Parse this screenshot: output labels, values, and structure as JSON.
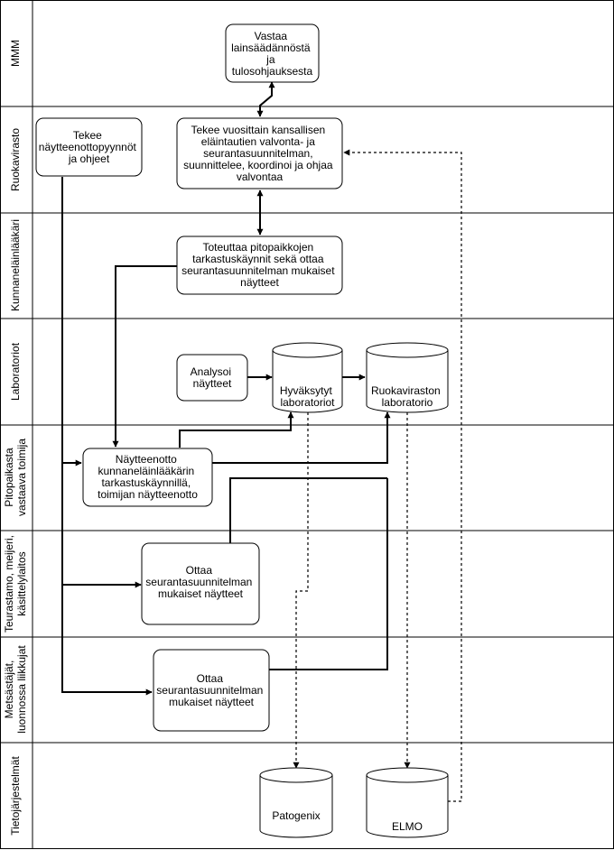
{
  "lanes": [
    "MMM",
    "Ruokavirasto",
    "Kunnaneläinlääkäri",
    "Laboratoriot",
    [
      "Pitopaikasta",
      "vastaava toimija"
    ],
    [
      "Teurastamo, meijeri,",
      "käsittelylaitos"
    ],
    [
      "Metsästäjät,",
      "luonnossa liikkujat"
    ],
    "Tietojärjestelmät"
  ],
  "nodes": {
    "mmm_task": [
      "Vastaa",
      "lainsäädännöstä",
      "ja",
      "tulosohjauksesta"
    ],
    "rv_instructions": [
      "Tekee",
      "näytteenottopyynnöt",
      "ja ohjeet"
    ],
    "rv_plan": [
      "Tekee vuosittain kansallisen",
      "eläintautien valvonta- ja",
      "seurantasuunnitelman,",
      "suunnittelee, koordinoi ja ohjaa",
      "valvontaa"
    ],
    "kel_task": [
      "Toteuttaa pitopaikkojen",
      "tarkastuskäynnit sekä ottaa",
      "seurantasuunnitelman mukaiset",
      "näytteet"
    ],
    "lab_analyze": [
      "Analysoi",
      "näytteet"
    ],
    "lab_approved": [
      "Hyväksytyt",
      "laboratoriot"
    ],
    "lab_rv": [
      "Ruokaviraston",
      "laboratorio"
    ],
    "farm_task": [
      "Näytteenotto",
      "kunnaneläinlääkärin",
      "tarkastuskäynnillä,",
      "toimijan näytteenotto"
    ],
    "slaughter_task": [
      "Ottaa",
      "seurantasuunnitelman",
      "mukaiset näytteet"
    ],
    "hunters_task": [
      "Ottaa",
      "seurantasuunnitelman",
      "mukaiset näytteet"
    ],
    "sys_patogenix": [
      "Patogenix"
    ],
    "sys_elmo": [
      "ELMO"
    ]
  }
}
